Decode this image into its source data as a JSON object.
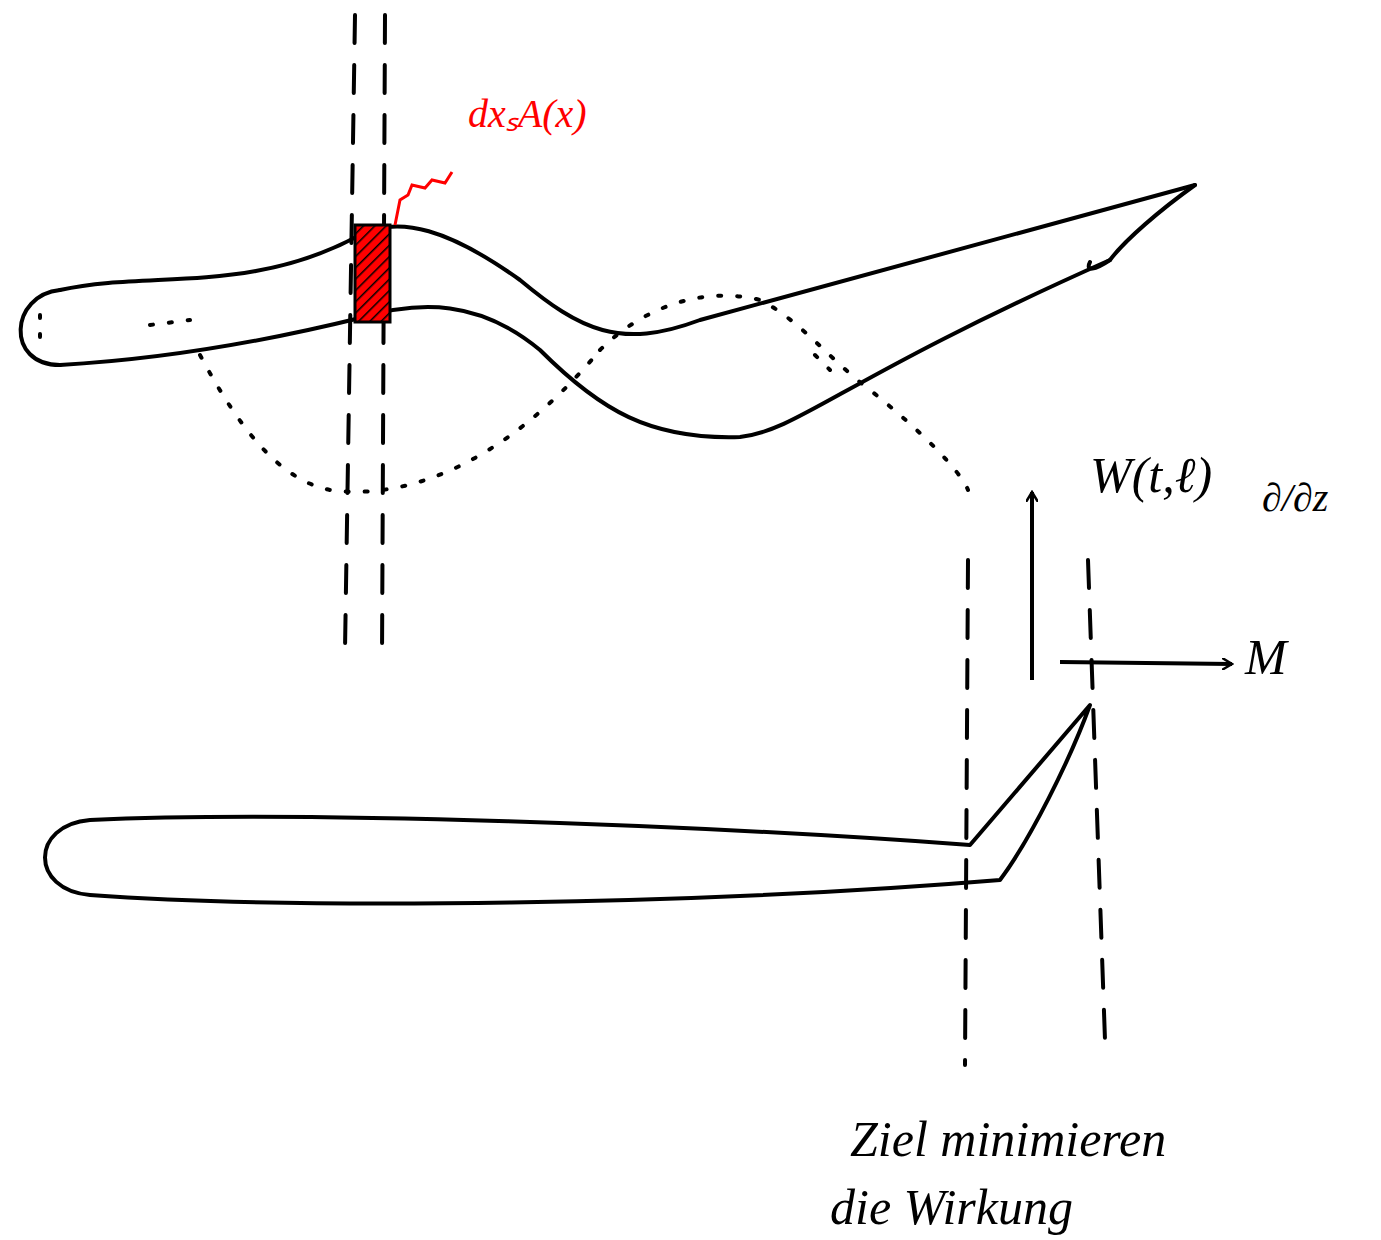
{
  "diagram": {
    "labels": [
      "dxₛA(x)",
      "W(t,ℓ)",
      "∂/∂z",
      "M",
      "Ziel minimieren",
      "die Wirkung"
    ]
  }
}
